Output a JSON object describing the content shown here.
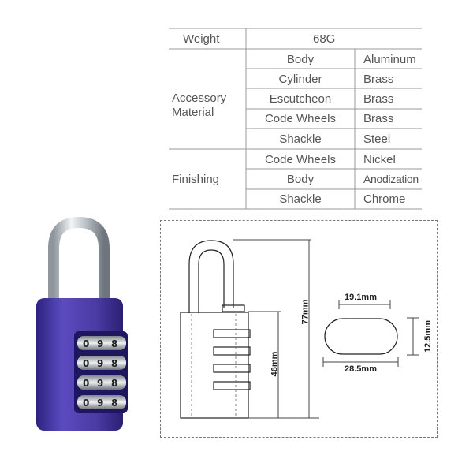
{
  "spec_table": {
    "weight_label": "Weight",
    "weight_value": "68G",
    "accessory_label_line1": "Accessory",
    "accessory_label_line2": "Material",
    "accessory_rows": [
      {
        "part": "Body",
        "value": "Aluminum"
      },
      {
        "part": "Cylinder",
        "value": "Brass"
      },
      {
        "part": "Escutcheon",
        "value": "Brass"
      },
      {
        "part": "Code Wheels",
        "value": "Brass"
      },
      {
        "part": "Shackle",
        "value": "Steel"
      }
    ],
    "finishing_label": "Finishing",
    "finishing_rows": [
      {
        "part": "Code Wheels",
        "value": "Nickel"
      },
      {
        "part": "Body",
        "value": "Anodization"
      },
      {
        "part": "Shackle",
        "value": "Chrome"
      }
    ]
  },
  "photo": {
    "wheel_digits": [
      "0",
      "9",
      "8"
    ],
    "body_color": "#4a3aa3",
    "shackle_color": "#d8dde3"
  },
  "drawing": {
    "total_height": "77mm",
    "body_height": "46mm",
    "inner_width": "19.1mm",
    "outer_width": "28.5mm",
    "thickness": "12.5mm"
  }
}
